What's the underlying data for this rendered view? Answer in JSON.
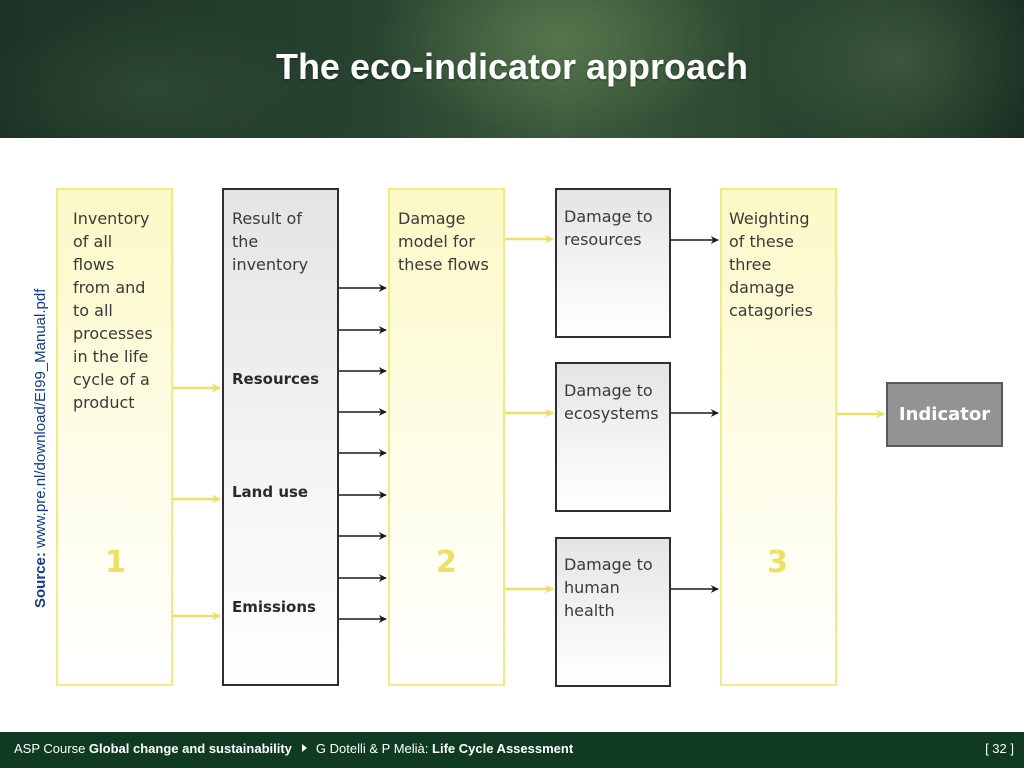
{
  "slide": {
    "title": "The eco-indicator approach",
    "source_label": "Source:",
    "source_url": "www.pre.nl/download/EI99_Manual.pdf"
  },
  "diagram": {
    "box1_text": "Inventory\nof all\nflows\nfrom and\nto all\nprocesses\nin the life\ncycle of a\nproduct",
    "box1_number": "1",
    "box_inventory_title": "Result of\nthe\ninventory",
    "label_resources": "Resources",
    "label_land_use": "Land use",
    "label_emissions": "Emissions",
    "box2_text": "Damage\nmodel for\nthese flows",
    "box2_number": "2",
    "damage_resources": "Damage to\nresources",
    "damage_ecosystems": "Damage to\necosystems",
    "damage_human_health": "Damage to\nhuman\nhealth",
    "box3_text": "Weighting\nof these\nthree\ndamage\ncatagories",
    "box3_number": "3",
    "indicator": "Indicator",
    "colors": {
      "yellow_fill": "#fcf9c6",
      "yellow_border": "#f1eb86",
      "arrow_yellow": "#eee067",
      "indicator_grey": "#939393"
    }
  },
  "footer": {
    "course_prefix": "ASP Course",
    "course_name": "Global change and sustainability",
    "authors": "G Dotelli & P Melià:",
    "subject": "Life Cycle Assessment",
    "page": "[ 32 ]"
  }
}
